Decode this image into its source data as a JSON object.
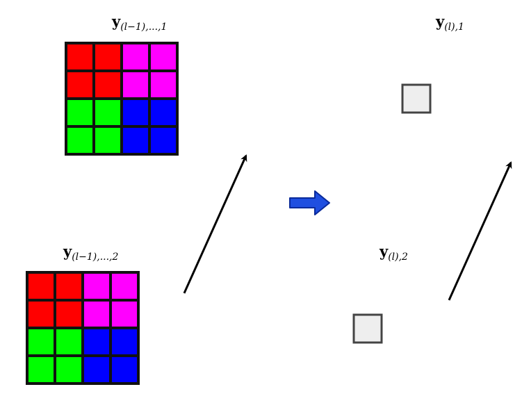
{
  "labels": {
    "top_left": {
      "base": "y",
      "sub": "(l−1),...,1"
    },
    "bottom_left": {
      "base": "y",
      "sub": "(l−1),...,2"
    },
    "top_right": {
      "base": "y",
      "sub": "(l),1"
    },
    "bottom_right": {
      "base": "y",
      "sub": "(l),2"
    }
  },
  "grid": {
    "rows": 4,
    "cols": 4,
    "quadrant_colors": {
      "top_left": "#ff0000",
      "top_right": "#ff00ff",
      "bottom_left": "#00ff00",
      "bottom_right": "#0000ff"
    }
  },
  "colors": {
    "grid_line": "#111111",
    "small_square_fill": "#eeeeee",
    "small_square_stroke": "#444444",
    "arrow": "#000000",
    "transition_arrow_fill": "#1f4fe0",
    "transition_arrow_stroke": "#0a2a9a"
  }
}
